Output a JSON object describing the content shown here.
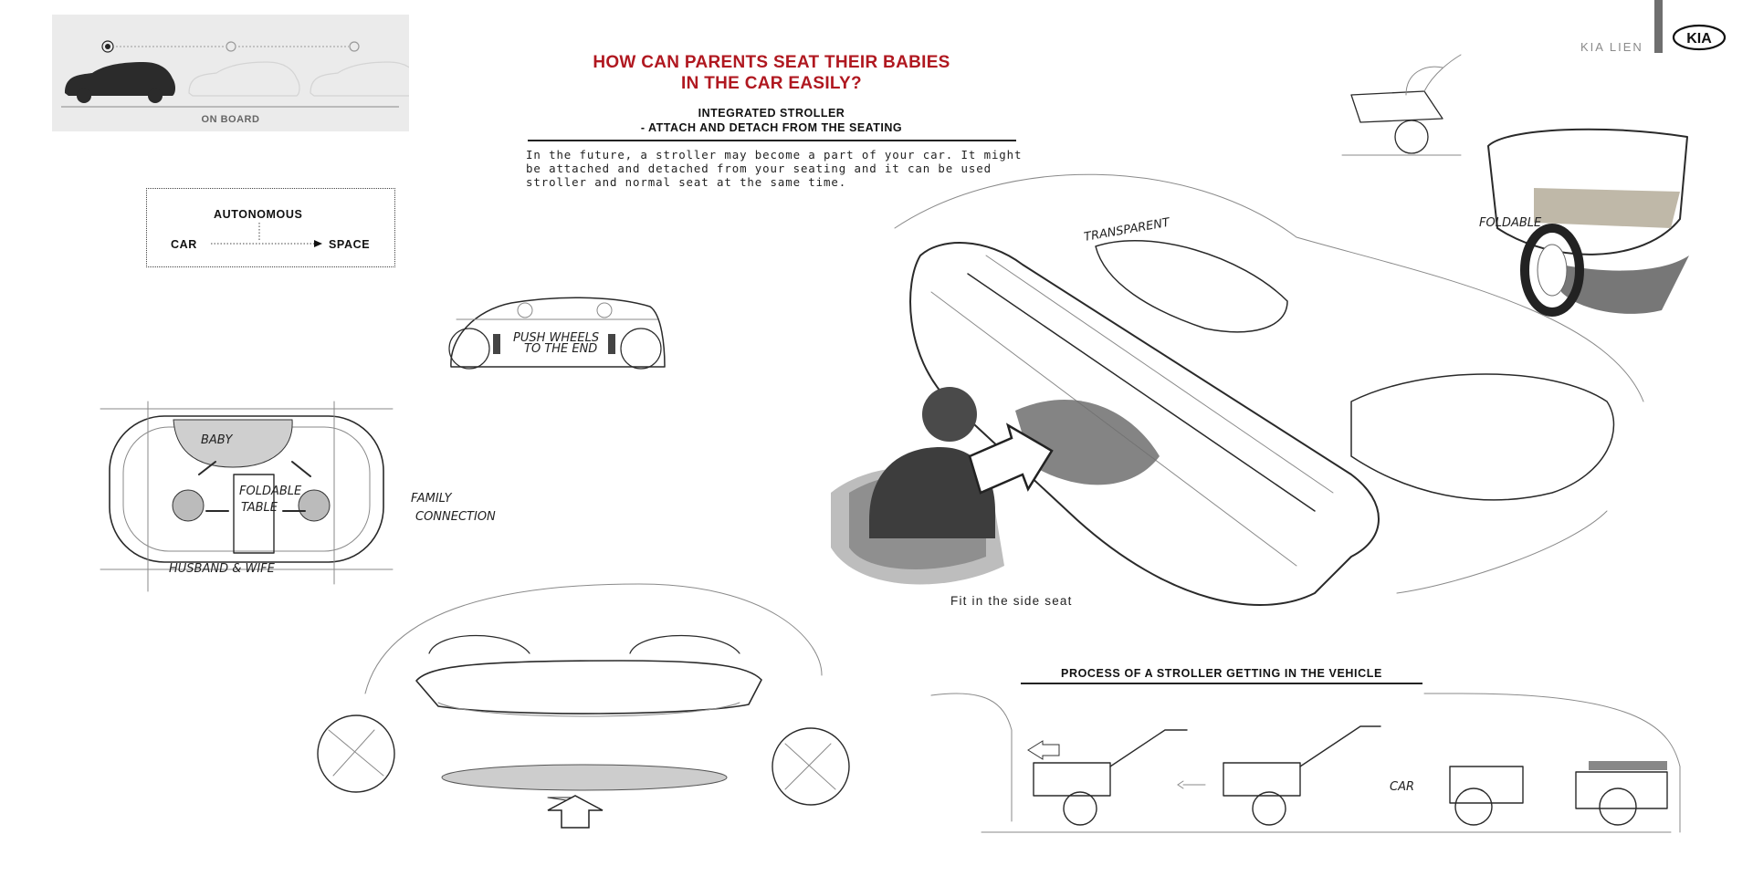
{
  "progress": {
    "stage_label": "ON BOARD",
    "steps": 3,
    "active_step": 1
  },
  "concept": {
    "top": "AUTONOMOUS",
    "from": "CAR",
    "to": "SPACE"
  },
  "headline": {
    "line1": "HOW CAN PARENTS SEAT THEIR BABIES",
    "line2": "IN THE CAR EASILY?",
    "color": "#b01820"
  },
  "subhead": {
    "line1": "INTEGRATED STROLLER",
    "line2": "- ATTACH AND DETACH FROM THE SEATING"
  },
  "description": " In the future, a stroller may become a part of your car. It might be attached and detached from your seating and it can be used stroller and normal seat at the same time.",
  "brand": {
    "name": "KIA LIEN",
    "logo_text": "KIA"
  },
  "sketch_notes": {
    "push_wheels_line1": "PUSH WHEELS",
    "push_wheels_line2": "TO THE END",
    "baby": "BABY",
    "folding_table_line1": "FOLDABLE",
    "folding_table_line2": "TABLE",
    "family_connection_line1": "FAMILY",
    "family_connection_line2": "CONNECTION",
    "husband_wife": "HUSBAND & WIFE",
    "transparent": "TRANSPARENT",
    "car": "CAR",
    "foldable": "FOLDABLE"
  },
  "captions": {
    "side_seat": "Fit in the side seat",
    "process_title": "PROCESS OF A STROLLER GETTING IN THE VEHICLE"
  }
}
